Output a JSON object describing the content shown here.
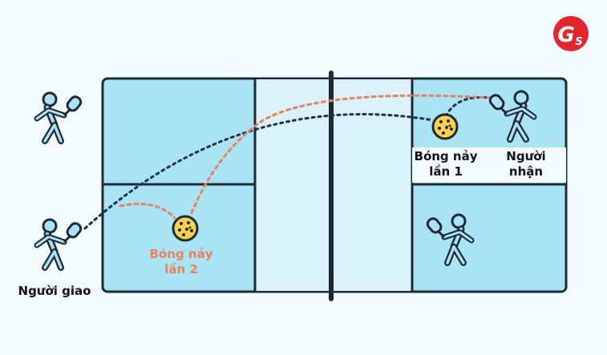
{
  "logo": {
    "text": "GS",
    "color": "#e3262d"
  },
  "labels": {
    "server": "Người giao",
    "bounce2_line1": "Bóng nảy",
    "bounce2_line2": "lần 2",
    "bounce1_line1": "Bóng nảy",
    "bounce1_line2": "lần 1",
    "receiver_line1": "Người",
    "receiver_line2": "nhận"
  },
  "colors": {
    "background": "#f2fcfd",
    "court_dark": "#a9e4f5",
    "court_light": "#daf3fa",
    "outline": "#1f2937",
    "player_fill": "#a9e4f5",
    "serve_path": "#1f2f4f",
    "return_path": "#e8825f",
    "ball": "#fbd24a",
    "bounce2_text": "#e8825f",
    "text_dark": "#111111"
  },
  "icons": [
    "player-icon",
    "paddle-icon",
    "pickleball-icon",
    "net-icon",
    "logo-icon"
  ]
}
